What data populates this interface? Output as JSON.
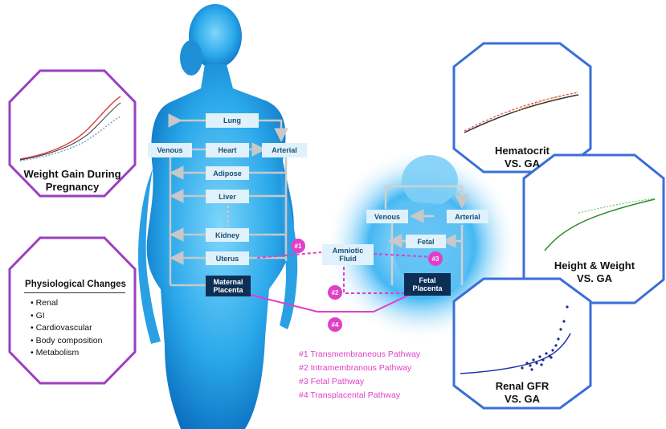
{
  "hexagons": {
    "weight_gain": {
      "label_line1": "Weight Gain During",
      "label_line2": "Pregnancy",
      "border_color": "#9b3fc0"
    },
    "physiological": {
      "title": "Physiological Changes",
      "items": [
        "Renal",
        "GI",
        "Cardiovascular",
        "Body composition",
        "Metabolism"
      ],
      "border_color": "#9b3fc0"
    },
    "hematocrit": {
      "label_line1": "Hematocrit",
      "label_line2": "VS. GA",
      "border_color": "#3a6fd8"
    },
    "height_weight": {
      "label_line1": "Height & Weight",
      "label_line2": "VS. GA",
      "border_color": "#3a6fd8"
    },
    "renal_gfr": {
      "label_line1": "Renal GFR",
      "label_line2": "VS. GA",
      "border_color": "#3a6fd8"
    }
  },
  "maternal_boxes": {
    "lung": "Lung",
    "venous": "Venous",
    "heart": "Heart",
    "arterial": "Arterial",
    "adipose": "Adipose",
    "liver": "Liver",
    "kidney": "Kidney",
    "uterus": "Uterus",
    "placenta_line1": "Maternal",
    "placenta_line2": "Placenta"
  },
  "fetal_boxes": {
    "venous": "Venous",
    "arterial": "Arterial",
    "fetal": "Fetal",
    "placenta_line1": "Fetal",
    "placenta_line2": "Placenta"
  },
  "amniotic": {
    "line1": "Amniotic",
    "line2": "Fluid"
  },
  "pathway_tags": [
    "#1",
    "#2",
    "#3",
    "#4"
  ],
  "legend": [
    "#1  Transmembraneous Pathway",
    "#2  Intramembranous Pathway",
    "#3  Fetal Pathway",
    "#4  Transplacental Pathway"
  ],
  "colors": {
    "pathway": "#e040c8",
    "purple_hex": "#9b3fc0",
    "blue_hex": "#3a6fd8",
    "body_glow": "#2fb5f0",
    "dark_box": "#0d2f55"
  }
}
